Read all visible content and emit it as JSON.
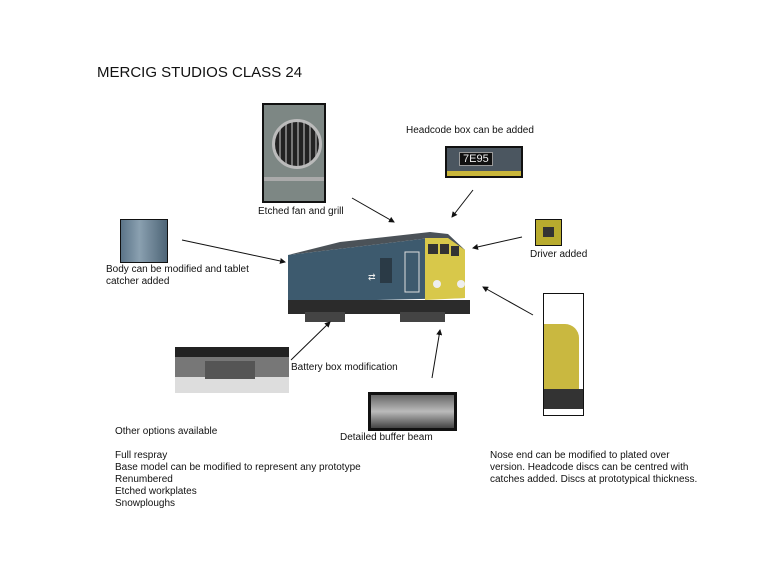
{
  "title": "MERCIG STUDIOS CLASS 24",
  "labels": {
    "fan": "Etched fan and grill",
    "headcode": "Headcode box can be added",
    "headcode_number": "7E95",
    "driver": "Driver added",
    "body_line1": "Body can be modified and tablet",
    "body_line2": "catcher added",
    "battery": "Battery box modification",
    "buffer": "Detailed buffer beam",
    "nose_line1": "Nose end can be modified to plated over",
    "nose_line2": "version. Headcode discs can be centred with",
    "nose_line3": "catches added. Discs at prototypical thickness."
  },
  "options": {
    "heading": "Other options available",
    "items": [
      "Full respray",
      "Base model can be modified to represent any prototype",
      "Renumbered",
      "Etched workplates",
      "Snowploughs"
    ]
  },
  "colors": {
    "loco_blue": "#3d5a6e",
    "loco_yellow": "#d8c84a"
  }
}
